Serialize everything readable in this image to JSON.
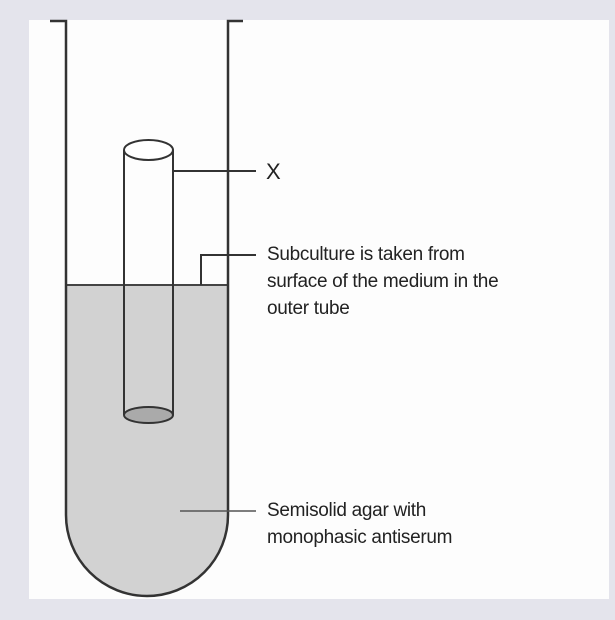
{
  "labels": {
    "x": "X",
    "subculture": [
      "Subculture is taken from",
      "surface of the medium in the",
      "outer tube"
    ],
    "agar": [
      "Semisolid agar with",
      "monophasic antiserum"
    ]
  },
  "colors": {
    "background": "#e4e4ec",
    "medium": "#d2d2d2",
    "line": "#333333"
  }
}
